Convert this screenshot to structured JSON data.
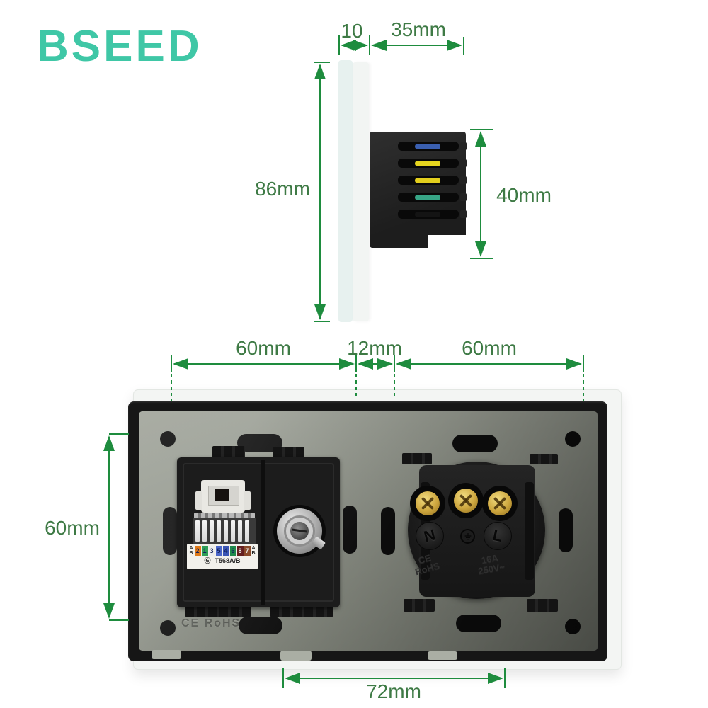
{
  "brand": {
    "name": "BSEED",
    "logo_color": "#3fc7a6"
  },
  "accent_colors": {
    "dimension_line": "#1e8c3e",
    "dimension_text": "#3e7a45"
  },
  "dimensions": {
    "side_gap": "10",
    "side_depth": "35mm",
    "side_height": "86mm",
    "side_module_height": "40mm",
    "back_left_width": "60mm",
    "back_center_gap": "12mm",
    "back_right_width": "60mm",
    "back_height": "60mm",
    "back_mount_width": "72mm"
  },
  "side_view": {
    "slot_colors": [
      "#3a5fb0",
      "#e6d51f",
      "#e2ce1d",
      "#37a586",
      "#141414"
    ]
  },
  "back_view": {
    "plate_marking": "CE RoHS",
    "keystone": {
      "corner_top": "A",
      "corner_bottom": "B",
      "cert_mark": "Ⓖ",
      "standard_label": "T568A/B",
      "pins": [
        {
          "n": "2",
          "color": "#e07a18"
        },
        {
          "n": "1",
          "color": "#2f9e57"
        },
        {
          "n": "3",
          "color": "#ececec"
        },
        {
          "n": "5",
          "color": "#4a66c8"
        },
        {
          "n": "4",
          "color": "#3a55b5"
        },
        {
          "n": "6",
          "color": "#1f8a4c"
        },
        {
          "n": "8",
          "color": "#641f1f",
          "text": "#e8e8e8"
        },
        {
          "n": "7",
          "color": "#8a4a2a",
          "text": "#e8e8e8"
        }
      ]
    },
    "socket": {
      "neutral_label": "N",
      "live_label": "L",
      "rating_amps": "16A",
      "rating_volts": "250V~",
      "cert_ce": "CE",
      "cert_rohs": "RoHS"
    }
  }
}
